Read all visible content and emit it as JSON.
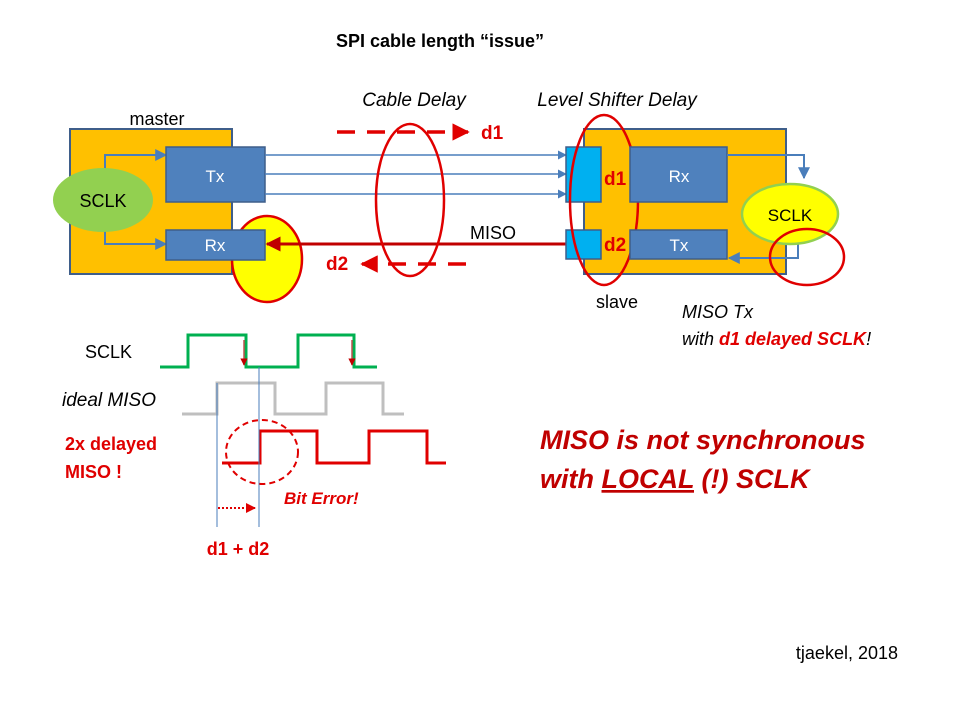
{
  "title": "SPI cable length “issue”",
  "labels": {
    "cable_delay": "Cable Delay",
    "level_shifter_delay": "Level Shifter Delay",
    "master": "master",
    "slave": "slave",
    "miso": "MISO",
    "d1": "d1",
    "d2": "d2",
    "master_tx": "Tx",
    "master_rx": "Rx",
    "master_sclk": "SCLK",
    "slave_rx": "Rx",
    "slave_tx": "Tx",
    "slave_sclk": "SCLK",
    "d1_marker": "d1",
    "d2_marker": "d2"
  },
  "note": {
    "line1": "MISO Tx",
    "line2_prefix": "with ",
    "line2_red": "d1 delayed SCLK",
    "line2_suffix": "!"
  },
  "timing": {
    "sclk_label": "SCLK",
    "ideal_miso_label": "ideal MISO",
    "delayed_line1": "2x delayed",
    "delayed_line2": "MISO  !",
    "bit_error": "Bit Error!",
    "delay_sum": "d1 + d2"
  },
  "statement": {
    "line1": "MISO is not synchronous",
    "line2_prefix": "with ",
    "line2_underlined": "LOCAL",
    "line2_suffix": " (!) SCLK"
  },
  "credit": "tjaekel, 2018",
  "colors": {
    "box_orange": "#FFC000",
    "box_border": "#3F5E8A",
    "block_blue": "#4F81BD",
    "shifter_cyan": "#00B0F0",
    "sclk_green": "#92D050",
    "highlight_yellow": "#FFFF00",
    "red": "#E00000",
    "wave_green": "#00B050",
    "wave_gray": "#BFBFBF"
  }
}
